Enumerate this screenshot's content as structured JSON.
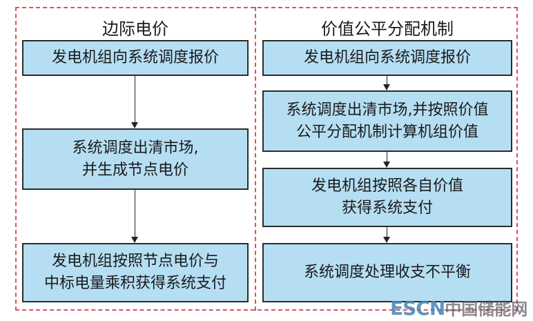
{
  "left_column": {
    "title": "边际电价",
    "steps": [
      {
        "lines": [
          "发电机组向系统调度报价"
        ]
      },
      {
        "lines": [
          "系统调度出清市场,",
          "并生成节点电价"
        ]
      },
      {
        "lines": [
          "发电机组按照节点电价与",
          "中标电量乘积获得系统支付"
        ]
      }
    ]
  },
  "right_column": {
    "title": "价值公平分配机制",
    "steps": [
      {
        "lines": [
          "发电机组向系统调度报价"
        ]
      },
      {
        "lines": [
          "系统调度出清市场,并按照价值",
          "公平分配机制计算机组价值"
        ]
      },
      {
        "lines": [
          "发电机组按照各自价值",
          "获得系统支付"
        ]
      },
      {
        "lines": [
          "系统调度处理收支不平衡"
        ]
      }
    ]
  },
  "watermark": {
    "latin": "ESCN",
    "cn": "中国储能网"
  },
  "colors": {
    "box_fill": "#b5def3",
    "frame": "#d9535a"
  }
}
